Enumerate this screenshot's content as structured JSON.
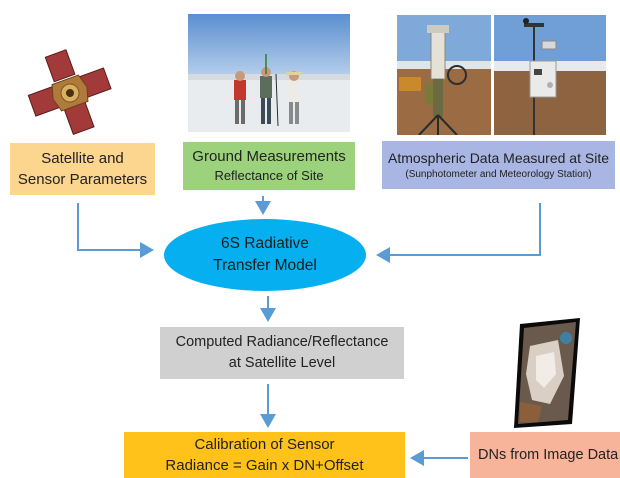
{
  "nodes": {
    "satellite": {
      "line1": "Satellite and",
      "line2": "Sensor Parameters"
    },
    "ground": {
      "line1": "Ground Measurements",
      "line2": "Reflectance of Site"
    },
    "atmos": {
      "line1": "Atmospheric Data Measured at Site",
      "line2": "(Sunphotometer and Meteorology Station)"
    },
    "model": {
      "line1": "6S Radiative",
      "line2": "Transfer Model"
    },
    "radiance": {
      "line1": "Computed Radiance/Reflectance",
      "line2": "at Satellite Level"
    },
    "calibration": {
      "line1": "Calibration of Sensor",
      "line2": "Radiance = Gain x DN+Offset"
    },
    "dns": {
      "line1": "DNs from Image Data"
    }
  },
  "colors": {
    "satellite_box": "#fcd58f",
    "ground_box": "#9cd27c",
    "atmos_box": "#a9b6e3",
    "model_ellipse": "#06b0f0",
    "radiance_box": "#d0d0d0",
    "calibration_box": "#ffc21a",
    "dns_box": "#f7b49a",
    "arrow": "#5b9bd5"
  },
  "images": [
    "satellite-photo",
    "ground-measurement-photo",
    "sunphotometer-photo",
    "meteorology-station-photo",
    "satellite-image-strip"
  ]
}
